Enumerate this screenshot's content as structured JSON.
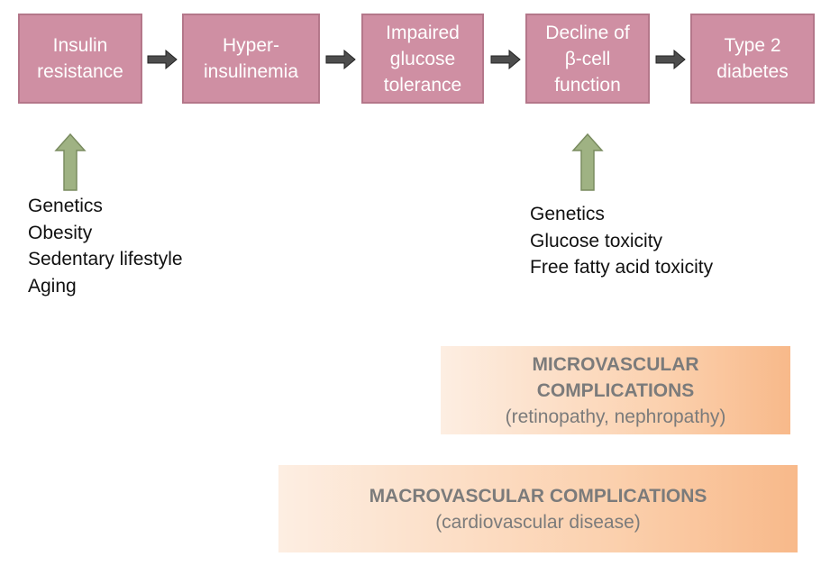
{
  "stages": [
    {
      "label": "Insulin\nresistance"
    },
    {
      "label": "Hyper-\ninsulinemia"
    },
    {
      "label": "Impaired\nglucose\ntolerance"
    },
    {
      "label": "Decline of\nβ-cell\nfunction"
    },
    {
      "label": "Type 2\ndiabetes"
    }
  ],
  "risk_factors_left": [
    "Genetics",
    "Obesity",
    "Sedentary lifestyle",
    "Aging"
  ],
  "risk_factors_right": [
    "Genetics",
    "Glucose toxicity",
    "Free fatty acid toxicity"
  ],
  "microvascular": {
    "title": "MICROVASCULAR\nCOMPLICATIONS",
    "subtitle": "(retinopathy, nephropathy)"
  },
  "macrovascular": {
    "title": "MACROVASCULAR COMPLICATIONS",
    "subtitle": "(cardiovascular disease)"
  },
  "colors": {
    "stage_fill": "#cf8fa3",
    "stage_border": "#b4778a",
    "flow_arrow": "#4d4d4d",
    "up_arrow_fill": "#9fb283",
    "up_arrow_stroke": "#7a8c60",
    "band_light": "#fde7d4",
    "band_dark": "#f8b98a",
    "band_text": "#7b7b7b"
  }
}
